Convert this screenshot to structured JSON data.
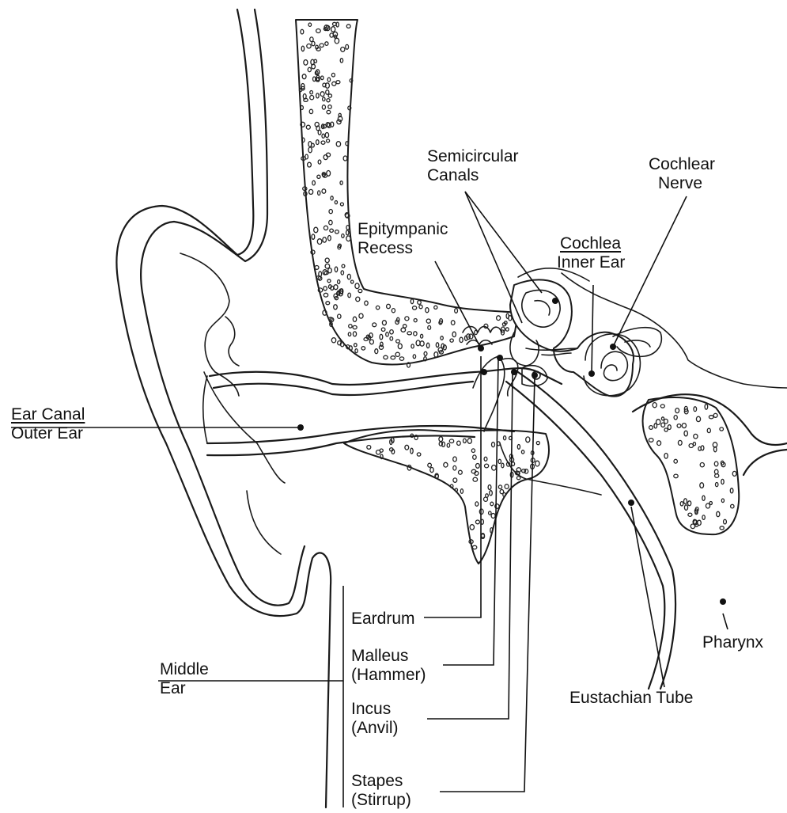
{
  "colors": {
    "ink": "#1a1a1a",
    "background": "#ffffff"
  },
  "labels": {
    "semicircular_canals": [
      "Semicircular",
      "Canals"
    ],
    "cochlear_nerve": [
      "Cochlear",
      "Nerve"
    ],
    "epitympanic_recess": [
      "Epitympanic",
      "Recess"
    ],
    "cochlea": [
      "Cochlea",
      "Inner Ear"
    ],
    "ear_canal": [
      "Ear Canal",
      "Outer Ear"
    ],
    "eardrum": "Eardrum",
    "malleus": [
      "Malleus",
      "(Hammer)"
    ],
    "middle_ear": [
      "Middle",
      "Ear"
    ],
    "incus": [
      "Incus",
      "(Anvil)"
    ],
    "stapes": [
      "Stapes",
      "(Stirrup)"
    ],
    "pharynx": "Pharynx",
    "eustachian_tube": "Eustachian Tube"
  }
}
